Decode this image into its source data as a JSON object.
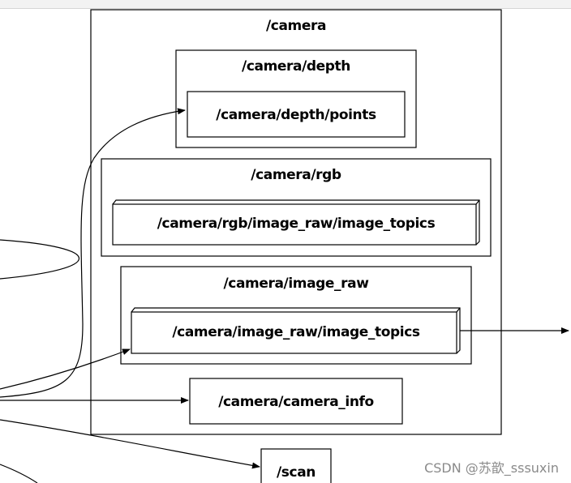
{
  "graph": {
    "clusters": {
      "camera": "/camera",
      "depth": "/camera/depth",
      "rgb": "/camera/rgb",
      "image_raw": "/camera/image_raw"
    },
    "topics": {
      "depth_points": "/camera/depth/points",
      "rgb_image_topics": "/camera/rgb/image_raw/image_topics",
      "image_raw_image_topics": "/camera/image_raw/image_topics",
      "camera_info": "/camera/camera_info",
      "scan": "/scan"
    }
  },
  "watermark": "CSDN @苏歆_sssuxin"
}
